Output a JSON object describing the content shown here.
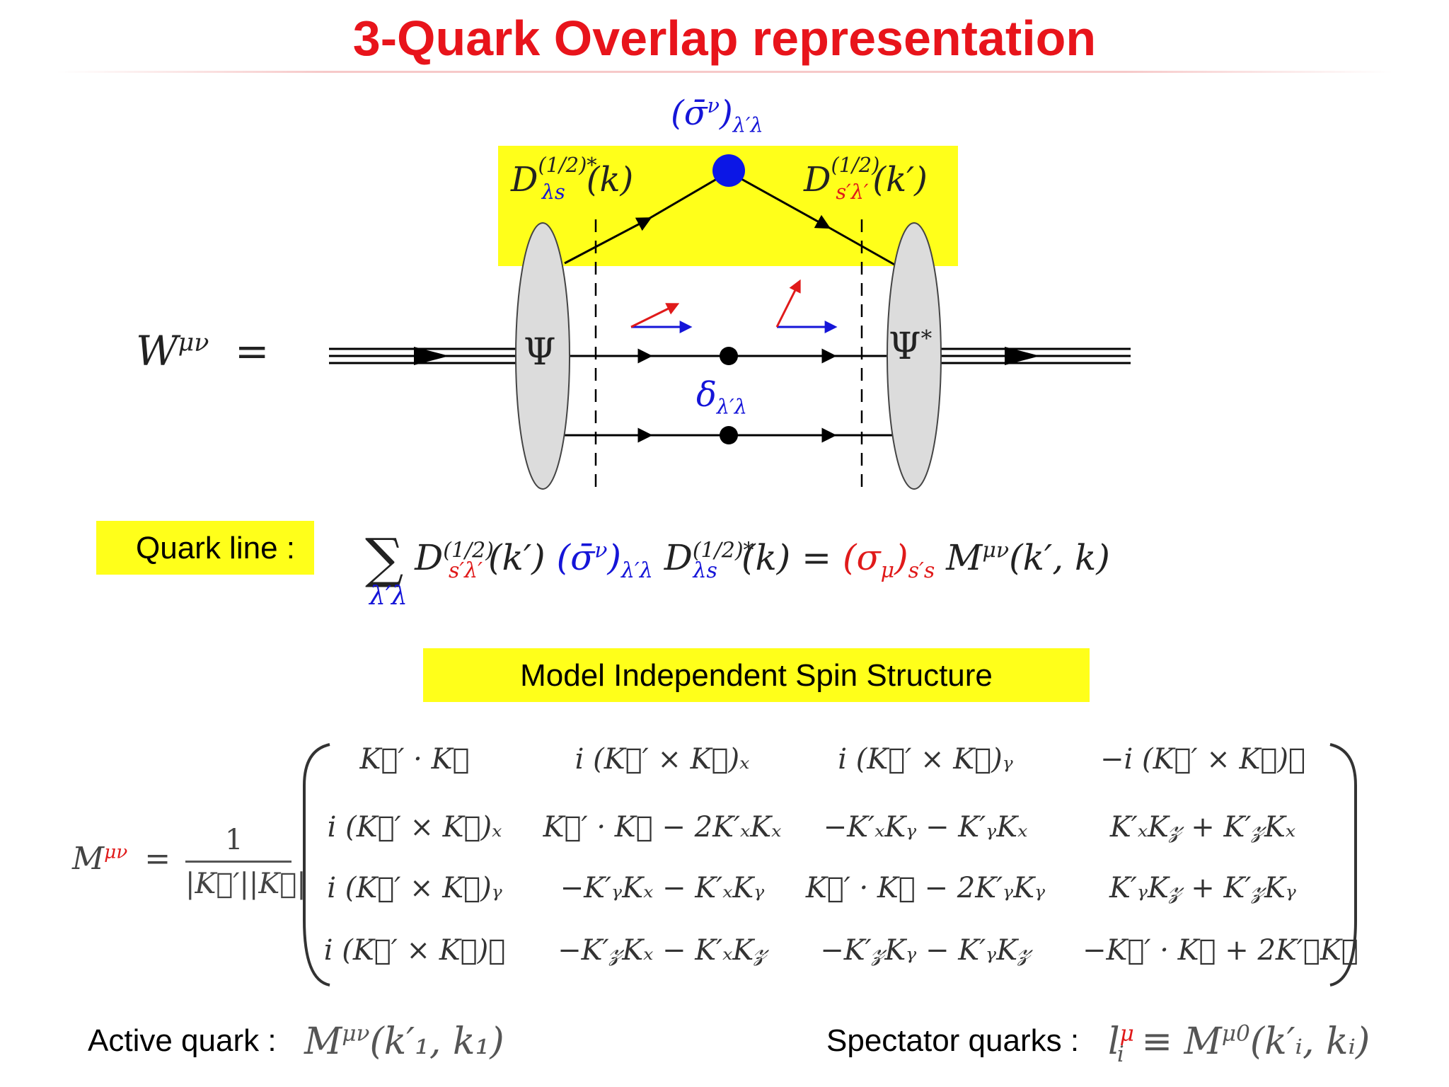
{
  "slide": {
    "title": "3-Quark Overlap representation"
  },
  "diagram": {
    "lhs": "W",
    "lhs_sup": "μν",
    "equals": "=",
    "vertex_label": "(σ̄",
    "vertex_label_sup": "ν",
    "vertex_label_close": ")",
    "vertex_label_sub": "λ′λ",
    "left_D": "D",
    "left_D_sup": "(1/2)*",
    "left_D_sub": "λs",
    "left_D_arg": "(k)",
    "right_D": "D",
    "right_D_sup": "(1/2)",
    "right_D_sub": "s′λ′",
    "right_D_arg": "(k′)",
    "psi": "Ψ",
    "psi_star": "Ψ",
    "psi_star_sup": "*",
    "delta": "δ",
    "delta_sub": "λ′λ"
  },
  "quark_line": {
    "label": "Quark line :",
    "sum_symbol": "∑",
    "sum_index": "λ′λ",
    "term1": "D",
    "term1_sup": "(1/2)",
    "term1_sub": "s′λ′",
    "term1_arg": "(k′)",
    "term2_open": "(σ̄",
    "term2_sup": "ν",
    "term2_close": ")",
    "term2_sub": "λ′λ",
    "term3": "D",
    "term3_sup": "(1/2)*",
    "term3_sub": "λs",
    "term3_arg": "(k) =",
    "term4_open": "(σ",
    "term4_sub_inner": "μ",
    "term4_close": ")",
    "term4_sub": "s′s",
    "term5": "M",
    "term5_sup": "μν",
    "term5_arg": "(k′, k)"
  },
  "spin_structure": {
    "label": "Model Independent Spin Structure"
  },
  "matrix": {
    "lhs": "M",
    "lhs_sup": "μν",
    "lhs_eq": "=",
    "frac_num": "1",
    "frac_den": "|K⃗′||K⃗|",
    "rows": [
      [
        "K⃗′ · K⃗",
        "i (K⃗′ × K⃗)ₓ",
        "i (K⃗′ × K⃗)ᵧ",
        "−i (K⃗′ × K⃗)𝓏"
      ],
      [
        "i (K⃗′ × K⃗)ₓ",
        "K⃗′ · K⃗ − 2K′ₓKₓ",
        "−K′ₓKᵧ − K′ᵧKₓ",
        "K′ₓK𝓏 + K′𝓏Kₓ"
      ],
      [
        "i (K⃗′ × K⃗)ᵧ",
        "−K′ᵧKₓ − K′ₓKᵧ",
        "K⃗′ · K⃗ − 2K′ᵧKᵧ",
        "K′ᵧK𝓏 + K′𝓏Kᵧ"
      ],
      [
        "i (K⃗′ × K⃗)𝓏",
        "−K′𝓏Kₓ − K′ₓK𝓏",
        "−K′𝓏Kᵧ − K′ᵧK𝓏",
        "−K⃗′ · K⃗ + 2K′𝓏K𝓏"
      ]
    ]
  },
  "footer": {
    "active_label": "Active quark :",
    "active_math": "M",
    "active_sup": "μν",
    "active_arg": "(k′₁, k₁)",
    "spectator_label": "Spectator quarks :",
    "spectator_l": "l",
    "spectator_l_sup": "μ",
    "spectator_l_sub": "i",
    "spectator_equiv": "≡ M",
    "spectator_sup": "μ0",
    "spectator_arg": "(k′ᵢ, kᵢ)"
  },
  "colors": {
    "title": "#e8141b",
    "highlight": "#ffff1a",
    "blue_math": "#1515d8",
    "red_math": "#e01a1a",
    "vertex_dot": "#0b16e6",
    "blob_fill": "#dcdcdc"
  }
}
